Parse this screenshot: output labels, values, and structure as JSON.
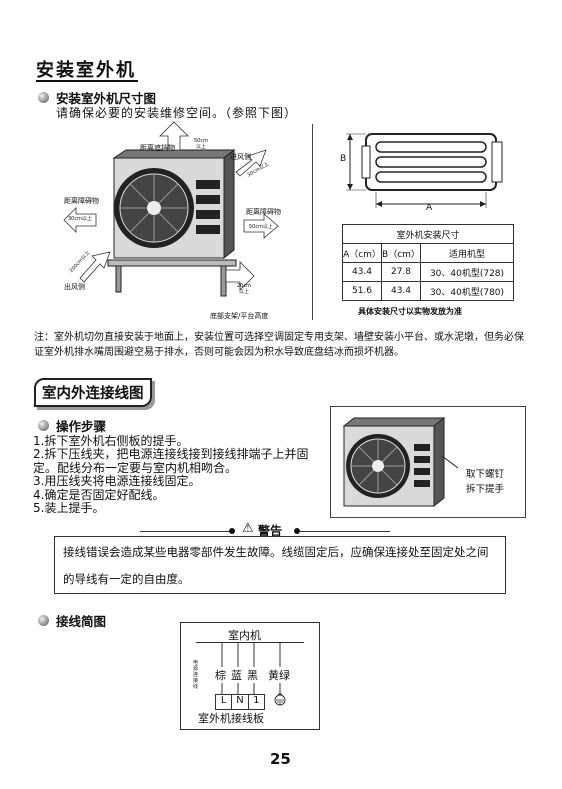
{
  "page": {
    "title": "安装室外机",
    "number": "25"
  },
  "section1": {
    "heading": "安装室外机尺寸图",
    "intro": "请确保必要的安装维修空间。（参照下图）",
    "labels": {
      "obstacle_top": "距离遮挡物",
      "clear_top": "50cm\n以上",
      "air_in": "进风侧",
      "clear_in": "30cm以上",
      "obstacle_left": "距离障碍物",
      "clear_left": "30cm以上",
      "obstacle_right": "距离障碍物",
      "clear_right": "50cm以上",
      "clear_front": "200cm以上",
      "air_out": "出风侧",
      "clear_bottom": "20cm\n以上",
      "stand": "底部支架/平台高度"
    },
    "dim_labels": {
      "b": "B",
      "a": "A"
    },
    "table": {
      "title": "室外机安装尺寸",
      "headers": [
        "A（cm）",
        "B（cm）",
        "适用机型"
      ],
      "rows": [
        [
          "43.4",
          "27.8",
          "30、40机型(728)"
        ],
        [
          "51.6",
          "43.4",
          "30、40机型(780)"
        ]
      ],
      "footnote": "具体安装尺寸以实物发放为准"
    },
    "note": "注：室外机切勿直接安装于地面上，安装位置可选择空调固定专用支架、墙壁安装小平台、或水泥墩，但务必保证室外机排水嘴周围避空易于排水，否则可能会因为积水导致底盘结冰而损坏机器。"
  },
  "section2": {
    "heading": "室内外连接线图",
    "steps_heading": "操作步骤",
    "steps": [
      "1.拆下室外机右侧板的提手。",
      "2.拆下压线夹，把电源连接线接到接线排端子上并固定。配线分布一定要与室内机相吻合。",
      "3.用压线夹将电源连接线固定。",
      "4.确定是否固定好配线。",
      "5.装上提手。"
    ],
    "callout": [
      "取下螺钉",
      "拆下提手"
    ],
    "warning_title": "警告",
    "warning_text": "接线错误会造成某些电器零部件发生故障。线缆固定后，应确保连接处至固定处之间的导线有一定的自由度。",
    "wiring_heading": "接线简图",
    "wiring": {
      "indoor": "室内机",
      "cable": "电源连接线",
      "wires": [
        "棕",
        "蓝",
        "黑",
        "黄绿"
      ],
      "terminals": [
        "L",
        "N",
        "1"
      ],
      "board": "室外机接线板"
    }
  }
}
